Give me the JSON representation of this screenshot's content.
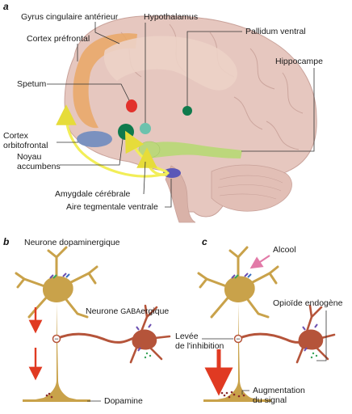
{
  "panels": {
    "a": "a",
    "b": "b",
    "c": "c"
  },
  "brain_labels": {
    "gyrus": "Gyrus cingulaire antérieur",
    "cortex_prefrontal": "Cortex préfrontal",
    "hypothalamus": "Hypothalamus",
    "pallidum": "Pallidum ventral",
    "hippocampe": "Hippocampe",
    "spetum": "Spetum",
    "cortex_orbito_1": "Cortex",
    "cortex_orbito_2": "orbitofrontal",
    "noyau_1": "Noyau",
    "noyau_2": "accumbens",
    "amygdale": "Amygdale cérébrale",
    "aire_tegmentale": "Aire tegmentale ventrale"
  },
  "panel_b": {
    "neurone_dopa": "Neurone dopaminergique",
    "neurone_gaba_prefix": "Neurone ",
    "neurone_gaba_small": "GABA",
    "neurone_gaba_suffix": "ergique",
    "dopamine": "Dopamine",
    "minus_sign": "−"
  },
  "panel_c": {
    "alcool": "Alcool",
    "opioide": "Opioïde endogène",
    "levee_1": "Levée",
    "levee_2": "de l'inhibition",
    "augmentation_1": "Augmentation",
    "augmentation_2": "du signal",
    "minus_sign": "−"
  },
  "colors": {
    "brain": "#e8c9c2",
    "cortex_orange": "#e9a96a",
    "spetum_red": "#e2312b",
    "nucleus_green": "#0f7a4c",
    "hypothalamus_teal": "#6cc2ad",
    "hippocampus_green": "#bcd77c",
    "orbitofrontal_blue": "#7b91bf",
    "vta_blue": "#5a57b8",
    "pathway_yellow": "#f2ee58",
    "neuron_tan": "#c9a24a",
    "neuron_rust": "#b5543a",
    "arrow_red": "#e03a22"
  }
}
